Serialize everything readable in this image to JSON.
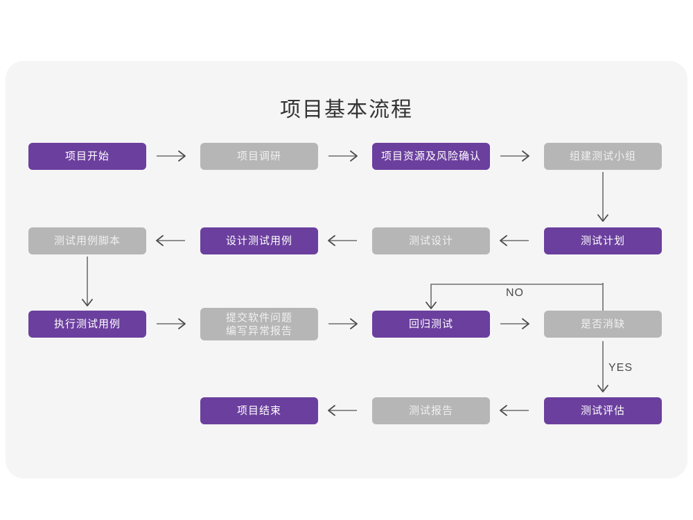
{
  "diagram": {
    "title": "项目基本流程",
    "colors": {
      "panel_bg": "#f5f5f6",
      "page_bg": "#ffffff",
      "accent_purple": "#6b3f9e",
      "muted_gray": "#b6b6b6",
      "connector": "#6d6d6d",
      "title_text": "#333333"
    },
    "nodes": [
      {
        "id": "n1",
        "label": "项目开始",
        "style": "purple"
      },
      {
        "id": "n2",
        "label": "项目调研",
        "style": "gray"
      },
      {
        "id": "n3",
        "label": "项目资源及风险确认",
        "style": "purple"
      },
      {
        "id": "n4",
        "label": "组建测试小组",
        "style": "gray"
      },
      {
        "id": "n5",
        "label": "测试用例脚本",
        "style": "gray"
      },
      {
        "id": "n6",
        "label": "设计测试用例",
        "style": "purple"
      },
      {
        "id": "n7",
        "label": "测试设计",
        "style": "gray"
      },
      {
        "id": "n8",
        "label": "测试计划",
        "style": "purple"
      },
      {
        "id": "n9",
        "label": "执行测试用例",
        "style": "purple"
      },
      {
        "id": "n10",
        "label_line1": "提交软件问题",
        "label_line2": "编写异常报告",
        "style": "gray"
      },
      {
        "id": "n11",
        "label": "回归测试",
        "style": "purple"
      },
      {
        "id": "n12",
        "label": "是否消缺",
        "style": "gray"
      },
      {
        "id": "n13",
        "label": "项目结束",
        "style": "purple"
      },
      {
        "id": "n14",
        "label": "测试报告",
        "style": "gray"
      },
      {
        "id": "n15",
        "label": "测试评估",
        "style": "purple"
      }
    ],
    "edge_labels": {
      "no": "NO",
      "yes": "YES"
    }
  }
}
